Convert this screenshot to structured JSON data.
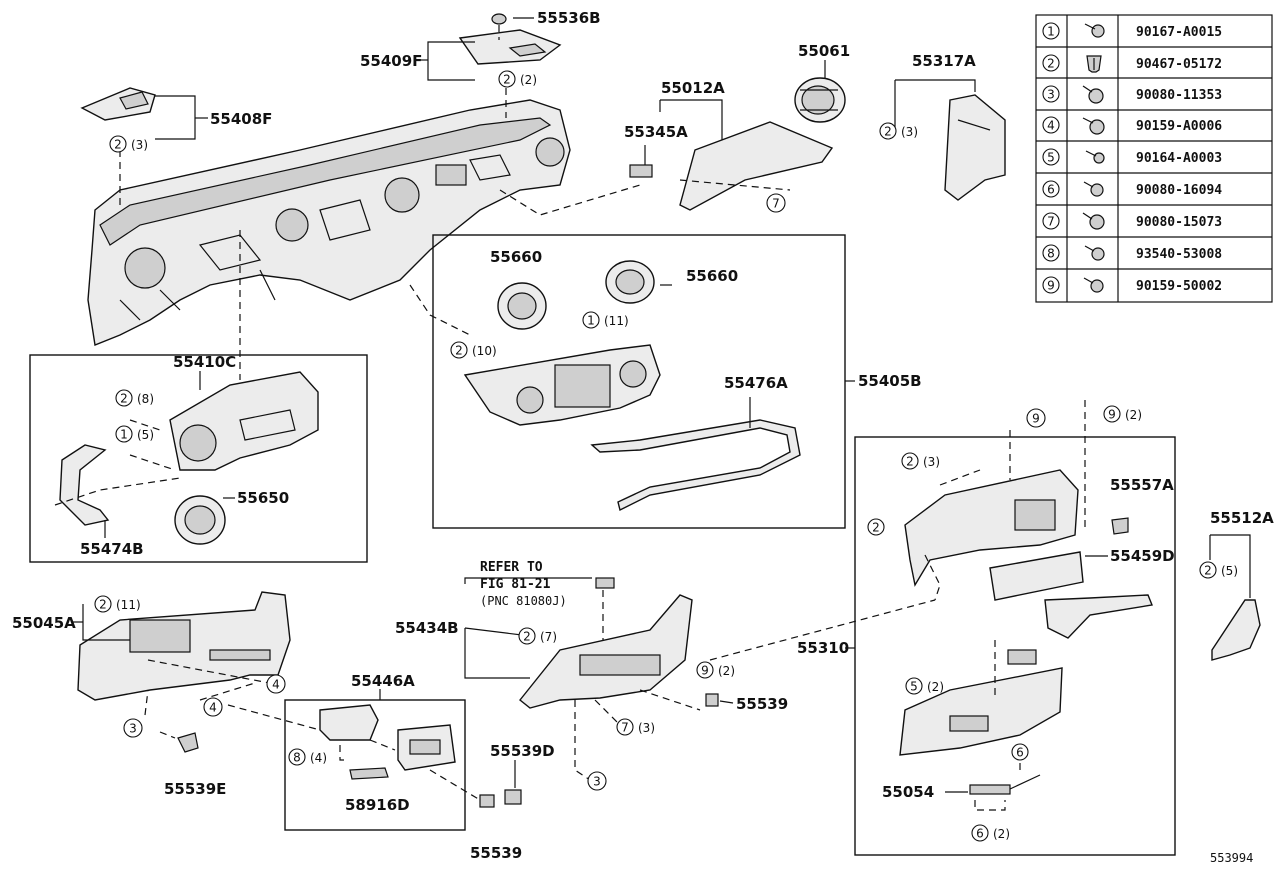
{
  "diagram_id": "553994",
  "refer_note": {
    "line1": "REFER TO",
    "line2": "FIG 81-21",
    "line3": "(PNC 81080J)"
  },
  "fastener_table": [
    {
      "num": "1",
      "part": "90167-A0015"
    },
    {
      "num": "2",
      "part": "90467-05172"
    },
    {
      "num": "3",
      "part": "90080-11353"
    },
    {
      "num": "4",
      "part": "90159-A0006"
    },
    {
      "num": "5",
      "part": "90164-A0003"
    },
    {
      "num": "6",
      "part": "90080-16094"
    },
    {
      "num": "7",
      "part": "90080-15073"
    },
    {
      "num": "8",
      "part": "93540-53008"
    },
    {
      "num": "9",
      "part": "90159-50002"
    }
  ],
  "labels": {
    "p55536B": "55536B",
    "p55409F": "55409F",
    "p55408F": "55408F",
    "p55061": "55061",
    "p55317A": "55317A",
    "p55012A": "55012A",
    "p55345A": "55345A",
    "p55660a": "55660",
    "p55660b": "55660",
    "p55410C": "55410C",
    "p55405B": "55405B",
    "p55476A": "55476A",
    "p55650": "55650",
    "p55474B": "55474B",
    "p55045A": "55045A",
    "p55539E": "55539E",
    "p55446A": "55446A",
    "p58916D": "58916D",
    "p55539a": "55539",
    "p55539D": "55539D",
    "p55434B": "55434B",
    "p55539b": "55539",
    "p55310": "55310",
    "p55557A": "55557A",
    "p55459D": "55459D",
    "p55512A": "55512A",
    "p55054": "55054"
  },
  "callouts": [
    {
      "id": "c1",
      "num": "2",
      "qty": "(2)"
    },
    {
      "id": "c2",
      "num": "2",
      "qty": "(3)"
    },
    {
      "id": "c3",
      "num": "2",
      "qty": "(3)"
    },
    {
      "id": "c4",
      "num": "7",
      "qty": ""
    },
    {
      "id": "c5",
      "num": "1",
      "qty": "(11)"
    },
    {
      "id": "c6",
      "num": "2",
      "qty": "(10)"
    },
    {
      "id": "c7",
      "num": "2",
      "qty": "(8)"
    },
    {
      "id": "c8",
      "num": "1",
      "qty": "(5)"
    },
    {
      "id": "c9",
      "num": "9",
      "qty": ""
    },
    {
      "id": "c10",
      "num": "9",
      "qty": "(2)"
    },
    {
      "id": "c11",
      "num": "2",
      "qty": "(3)"
    },
    {
      "id": "c12",
      "num": "2",
      "qty": ""
    },
    {
      "id": "c13",
      "num": "2",
      "qty": "(5)"
    },
    {
      "id": "c14",
      "num": "2",
      "qty": "(11)"
    },
    {
      "id": "c15",
      "num": "4",
      "qty": ""
    },
    {
      "id": "c16",
      "num": "4",
      "qty": ""
    },
    {
      "id": "c17",
      "num": "3",
      "qty": ""
    },
    {
      "id": "c18",
      "num": "2",
      "qty": "(7)"
    },
    {
      "id": "c19",
      "num": "9",
      "qty": "(2)"
    },
    {
      "id": "c20",
      "num": "7",
      "qty": "(3)"
    },
    {
      "id": "c21",
      "num": "3",
      "qty": ""
    },
    {
      "id": "c22",
      "num": "8",
      "qty": "(4)"
    },
    {
      "id": "c23",
      "num": "5",
      "qty": "(2)"
    },
    {
      "id": "c24",
      "num": "6",
      "qty": ""
    },
    {
      "id": "c25",
      "num": "6",
      "qty": "(2)"
    }
  ]
}
